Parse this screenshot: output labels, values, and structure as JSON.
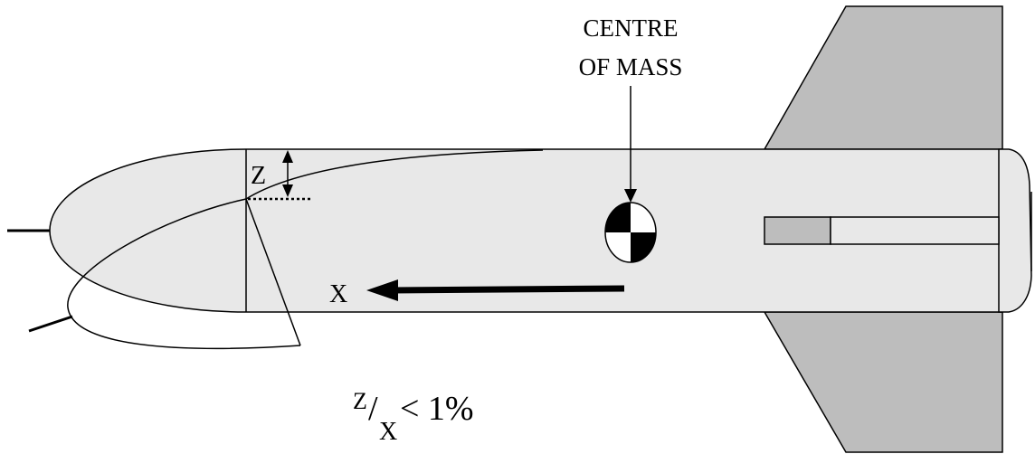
{
  "diagram": {
    "labels": {
      "centre_of_mass_line1": "CENTRE",
      "centre_of_mass_line2": "OF MASS",
      "z_label": "Z",
      "x_label": "X",
      "ratio_numerator": "Z",
      "ratio_slash": "/",
      "ratio_denominator": "X",
      "ratio_condition": "< 1%"
    },
    "colors": {
      "body_fill": "#e8e8e8",
      "fin_fill": "#bdbdbd",
      "stroke": "#000000",
      "background": "#ffffff"
    }
  }
}
